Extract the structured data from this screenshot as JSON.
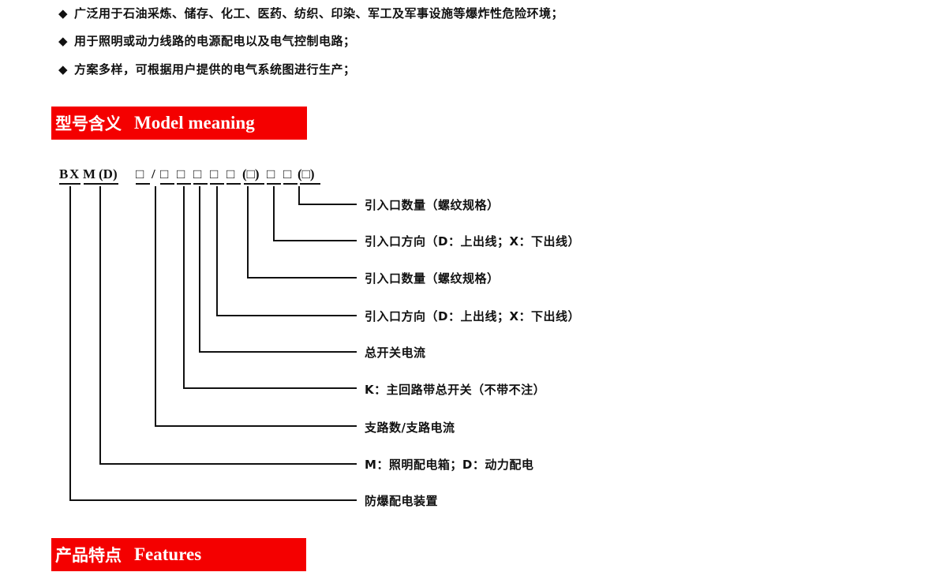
{
  "bullets": [
    "广泛用于石油采炼、储存、化工、医药、纺织、印染、军工及军事设施等爆炸性危险环境；",
    "用于照明或动力线路的电源配电以及电气控制电路；",
    "方案多样，可根据用户提供的电气系统图进行生产；"
  ],
  "bullet_symbol": "◆",
  "section_model": {
    "cn": "型号含义",
    "en": "Model meaning"
  },
  "section_features": {
    "cn": "产品特点",
    "en": "Features"
  },
  "model_code": {
    "prefix_b": "B",
    "prefix_x": "X",
    "prefix_m": "M",
    "prefix_d": "(D)",
    "box": "□",
    "slash": "/",
    "paren_box_1": "(□)",
    "paren_box_2": "(□)"
  },
  "labels": [
    "引入口数量（螺纹规格）",
    "引入口方向（D：上出线；X：下出线）",
    "引入口数量（螺纹规格）",
    "引入口方向（D：上出线；X：下出线）",
    "总开关电流",
    "K：主回路带总开关（不带不注）",
    "支路数/支路电流",
    "M：照明配电箱；D：动力配电",
    "防爆配电装置"
  ],
  "colors": {
    "banner": "#f40000",
    "banner_text": "#ffffff",
    "text": "#111111"
  }
}
